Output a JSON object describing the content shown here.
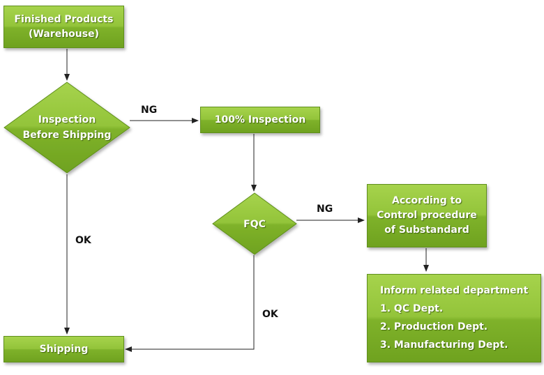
{
  "nodes": {
    "finished_products": {
      "line1": "Finished Products",
      "line2": "(Warehouse)"
    },
    "inspection_before_shipping": {
      "line1": "Inspection",
      "line2": "Before Shipping"
    },
    "full_inspection": {
      "label": "100% Inspection"
    },
    "fqc": {
      "label": "FQC"
    },
    "control_procedure": {
      "line1": "According to",
      "line2": "Control procedure",
      "line3": "of Substandard"
    },
    "inform_department": {
      "title": "Inform related department",
      "items": [
        "1. QC Dept.",
        "2. Production Dept.",
        "3. Manufacturing Dept."
      ]
    },
    "shipping": {
      "label": "Shipping"
    }
  },
  "edge_labels": {
    "inspection_ng": "NG",
    "inspection_ok": "OK",
    "fqc_ng": "NG",
    "fqc_ok": "OK"
  },
  "colors": {
    "node_top": "#a6d34c",
    "node_bottom": "#6fa21f",
    "node_border": "#5f8f1c",
    "connector": "#222222"
  }
}
